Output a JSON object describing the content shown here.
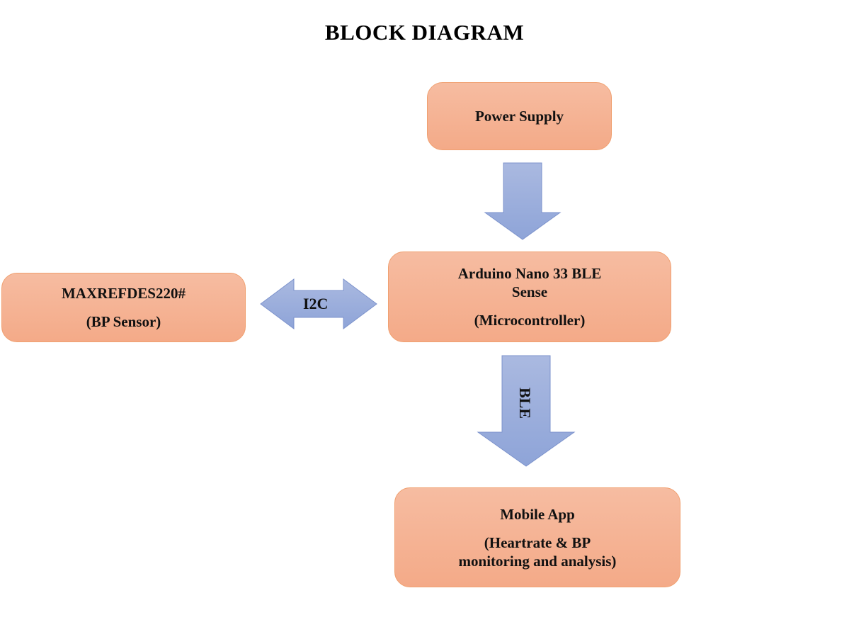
{
  "title": "BLOCK DIAGRAM",
  "colors": {
    "block_fill_top": "#f6bca1",
    "block_fill_bottom": "#f4aa88",
    "block_border": "#f0a070",
    "arrow_fill_top": "#aab9e0",
    "arrow_fill_bottom": "#8ea4d8",
    "arrow_border": "#7d93cc"
  },
  "blocks": {
    "power_supply": {
      "lines": [
        "Power Supply"
      ]
    },
    "sensor": {
      "lines": [
        "MAXREFDES220#",
        "(BP Sensor)"
      ]
    },
    "microcontroller": {
      "lines": [
        "Arduino Nano 33 BLE",
        "Sense",
        "(Microcontroller)"
      ]
    },
    "mobile_app": {
      "lines": [
        "Mobile App",
        "(Heartrate & BP",
        "monitoring and analysis)"
      ]
    }
  },
  "connections": [
    {
      "from": "Power Supply",
      "to": "Arduino Nano 33 BLE Sense",
      "label": "",
      "direction": "down"
    },
    {
      "from": "MAXREFDES220#",
      "to": "Arduino Nano 33 BLE Sense",
      "label": "I2C",
      "direction": "bidirectional"
    },
    {
      "from": "Arduino Nano 33 BLE Sense",
      "to": "Mobile App",
      "label": "BLE",
      "direction": "down"
    }
  ]
}
